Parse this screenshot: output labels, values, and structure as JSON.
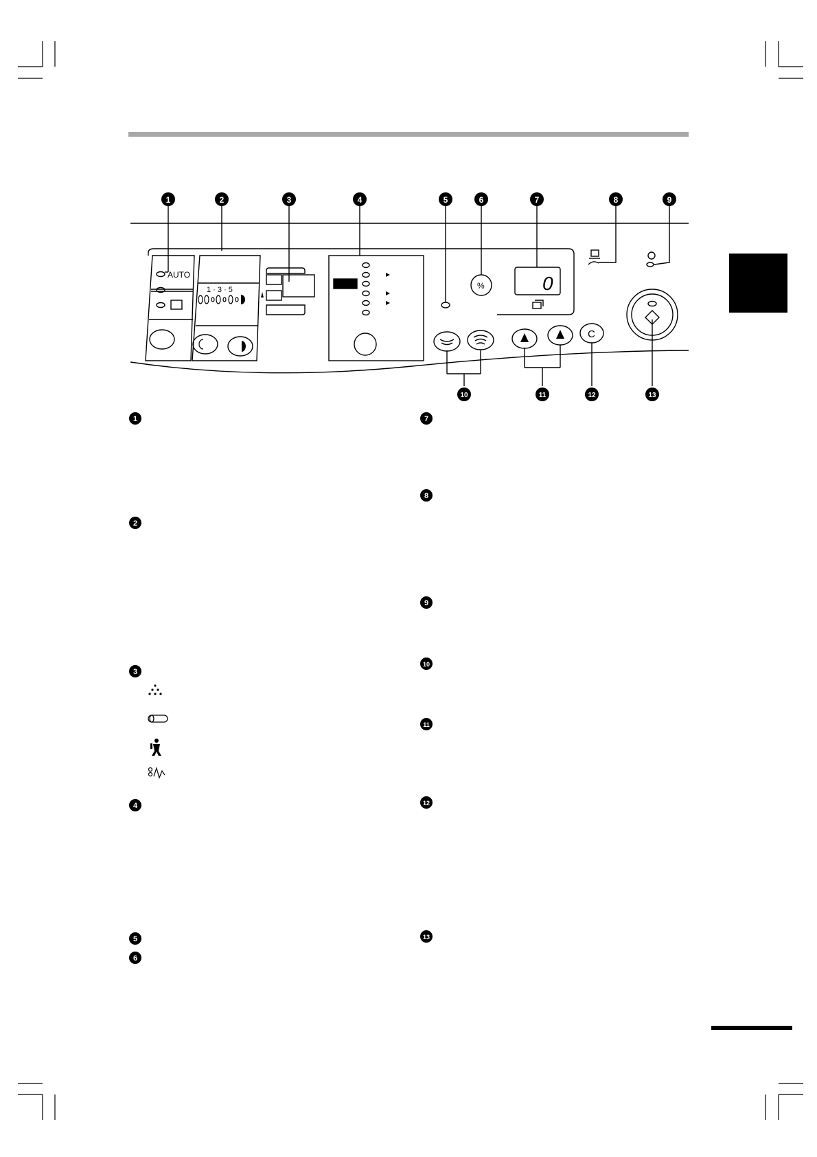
{
  "panel": {
    "auto_label": "AUTO",
    "exposure_scale": "1 · 3 · 5",
    "display_value": "0",
    "percent_symbol": "%",
    "clear_label": "C"
  },
  "callouts": [
    "1",
    "2",
    "3",
    "4",
    "5",
    "6",
    "7",
    "8",
    "9",
    "10",
    "11",
    "12",
    "13"
  ],
  "descriptions": {
    "left": [
      "1",
      "2",
      "3",
      "4",
      "5",
      "6"
    ],
    "right": [
      "7",
      "8",
      "9",
      "10",
      "11",
      "12",
      "13"
    ]
  },
  "icons": [
    "toner-icon",
    "developer-cartridge-icon",
    "maintenance-icon",
    "misfeed-icon"
  ]
}
